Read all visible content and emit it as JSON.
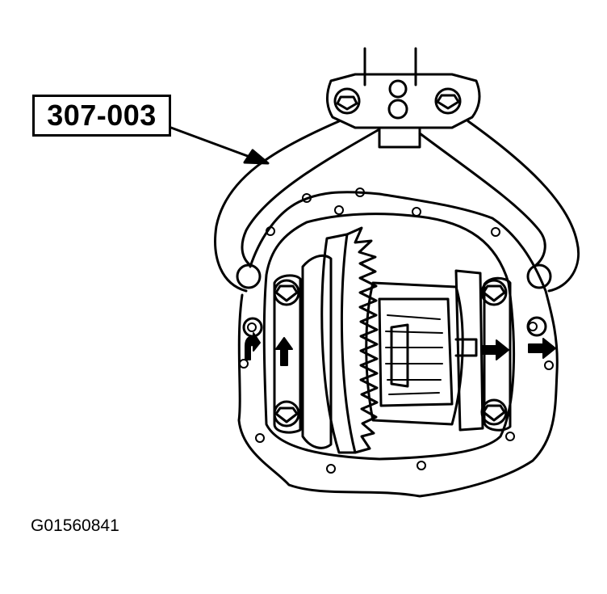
{
  "callout": {
    "tool_number": "307-003"
  },
  "figure": {
    "id": "G01560841"
  },
  "colors": {
    "line": "#000000",
    "background": "#ffffff"
  },
  "elements": {
    "housing_bolts": 14,
    "cap_bolts": 4,
    "movement_arrows": 4
  }
}
